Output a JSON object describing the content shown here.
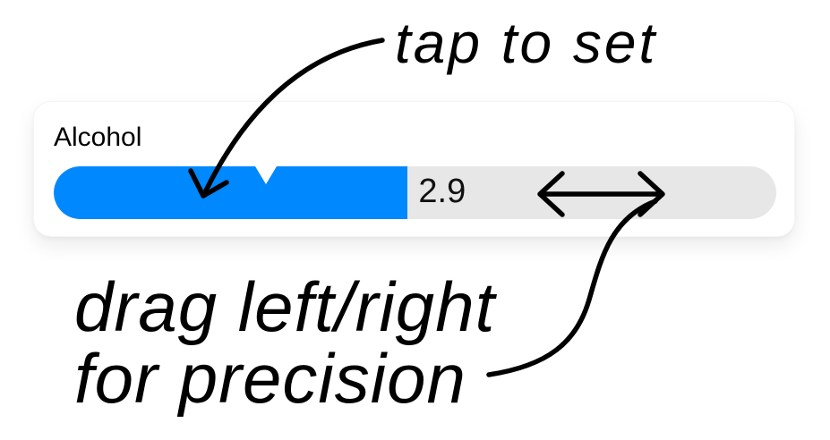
{
  "card": {
    "label": "Alcohol"
  },
  "slider": {
    "value": "2.9",
    "fill_percent": 49,
    "notch_percent": 29.4,
    "fill_color": "#0088ff",
    "track_color": "#e7e7e7",
    "value_color": "#111111"
  },
  "annotations": {
    "tap_hint": "tap to set",
    "drag_hint_line1": "drag left/right",
    "drag_hint_line2": "for precision",
    "ink_color": "#000000"
  }
}
